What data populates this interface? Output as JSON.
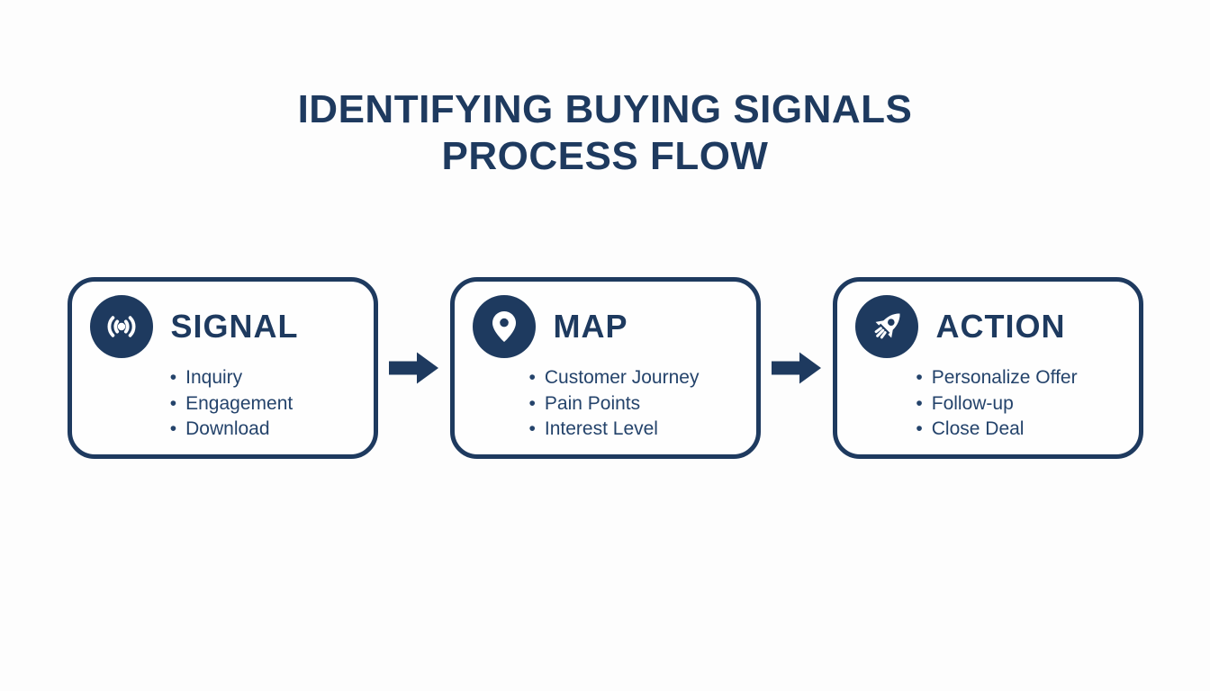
{
  "title": {
    "line1": "IDENTIFYING BUYING SIGNALS",
    "line2": "PROCESS FLOW"
  },
  "colors": {
    "navy": "#1e3a5f",
    "bullet_text": "#24436b",
    "background": "#fdfdfd",
    "icon_foreground": "#ffffff"
  },
  "steps": [
    {
      "label": "SIGNAL",
      "icon": "broadcast-icon",
      "items": [
        "Inquiry",
        "Engagement",
        "Download"
      ]
    },
    {
      "label": "MAP",
      "icon": "map-pin-icon",
      "items": [
        "Customer Journey",
        "Pain Points",
        "Interest Level"
      ]
    },
    {
      "label": "ACTION",
      "icon": "rocket-icon",
      "items": [
        "Personalize Offer",
        "Follow-up",
        "Close Deal"
      ]
    }
  ],
  "connectors": [
    {
      "icon": "arrow-right-icon"
    },
    {
      "icon": "arrow-right-icon"
    }
  ]
}
